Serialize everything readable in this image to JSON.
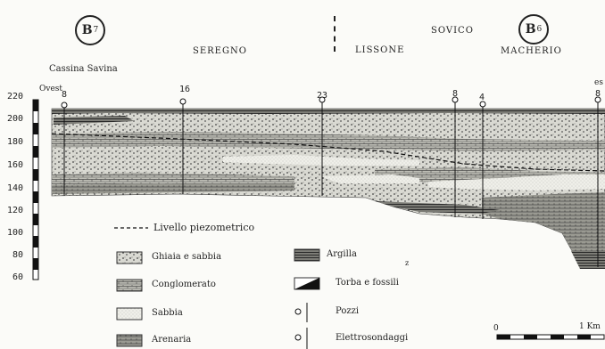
{
  "boreholes": {
    "left": {
      "letter": "B",
      "num": "7"
    },
    "right": {
      "letter": "B",
      "num": "6"
    }
  },
  "towns": {
    "seregno": "SEREGNO",
    "lissone": "LISSONE",
    "sovico": "SOVICO",
    "macherio": "MACHERIO",
    "cassina": "Cassina Savina"
  },
  "directions": {
    "west": "Ovest",
    "east": "es"
  },
  "y_ticks": [
    "220",
    "200",
    "180",
    "160",
    "140",
    "120",
    "100",
    "80",
    "60"
  ],
  "wells": [
    "8",
    "16",
    "23",
    "8",
    "4",
    "8"
  ],
  "legend": {
    "piezometric": "Livello piezometrico",
    "ghiaia": "Ghiaia e sabbia",
    "conglomerato": "Conglomerato",
    "sabbia": "Sabbia",
    "arenaria": "Arenaria",
    "argilla": "Argilla",
    "torba": "Torba e fossili",
    "pozzi": "Pozzi",
    "elettro": "Elettrosondaggi"
  },
  "scale": {
    "start": "0",
    "end": "1 Km"
  },
  "stray_mark": "z"
}
